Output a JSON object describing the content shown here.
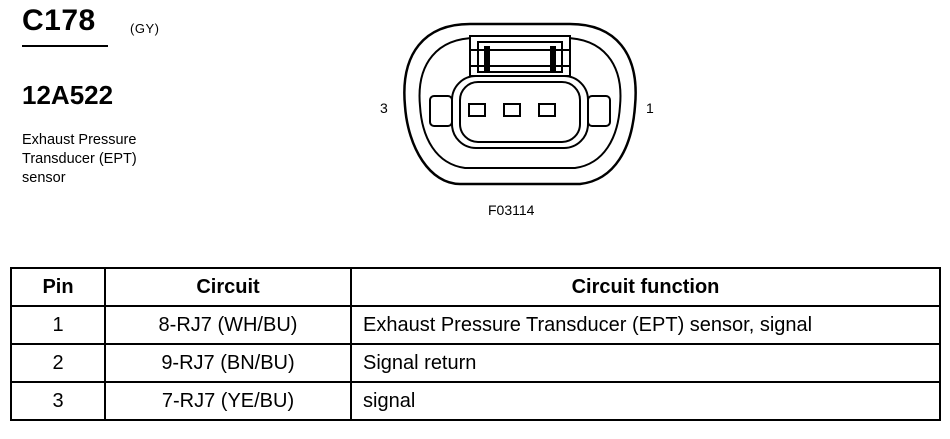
{
  "connector": {
    "id": "C178",
    "color_code": "(GY)",
    "part_number": "12A522",
    "description_lines": [
      "Exhaust Pressure",
      "Transducer (EPT)",
      "sensor"
    ]
  },
  "figure": {
    "left_pin_label": "3",
    "right_pin_label": "1",
    "code": "F03114",
    "cavity_count": 3
  },
  "table": {
    "headers": [
      "Pin",
      "Circuit",
      "Circuit function"
    ],
    "rows": [
      {
        "pin": "1",
        "circuit": "8-RJ7 (WH/BU)",
        "function": "Exhaust Pressure Transducer (EPT) sensor, signal"
      },
      {
        "pin": "2",
        "circuit": "9-RJ7 (BN/BU)",
        "function": "Signal return"
      },
      {
        "pin": "3",
        "circuit": "7-RJ7 (YE/BU)",
        "function": "signal"
      }
    ]
  }
}
